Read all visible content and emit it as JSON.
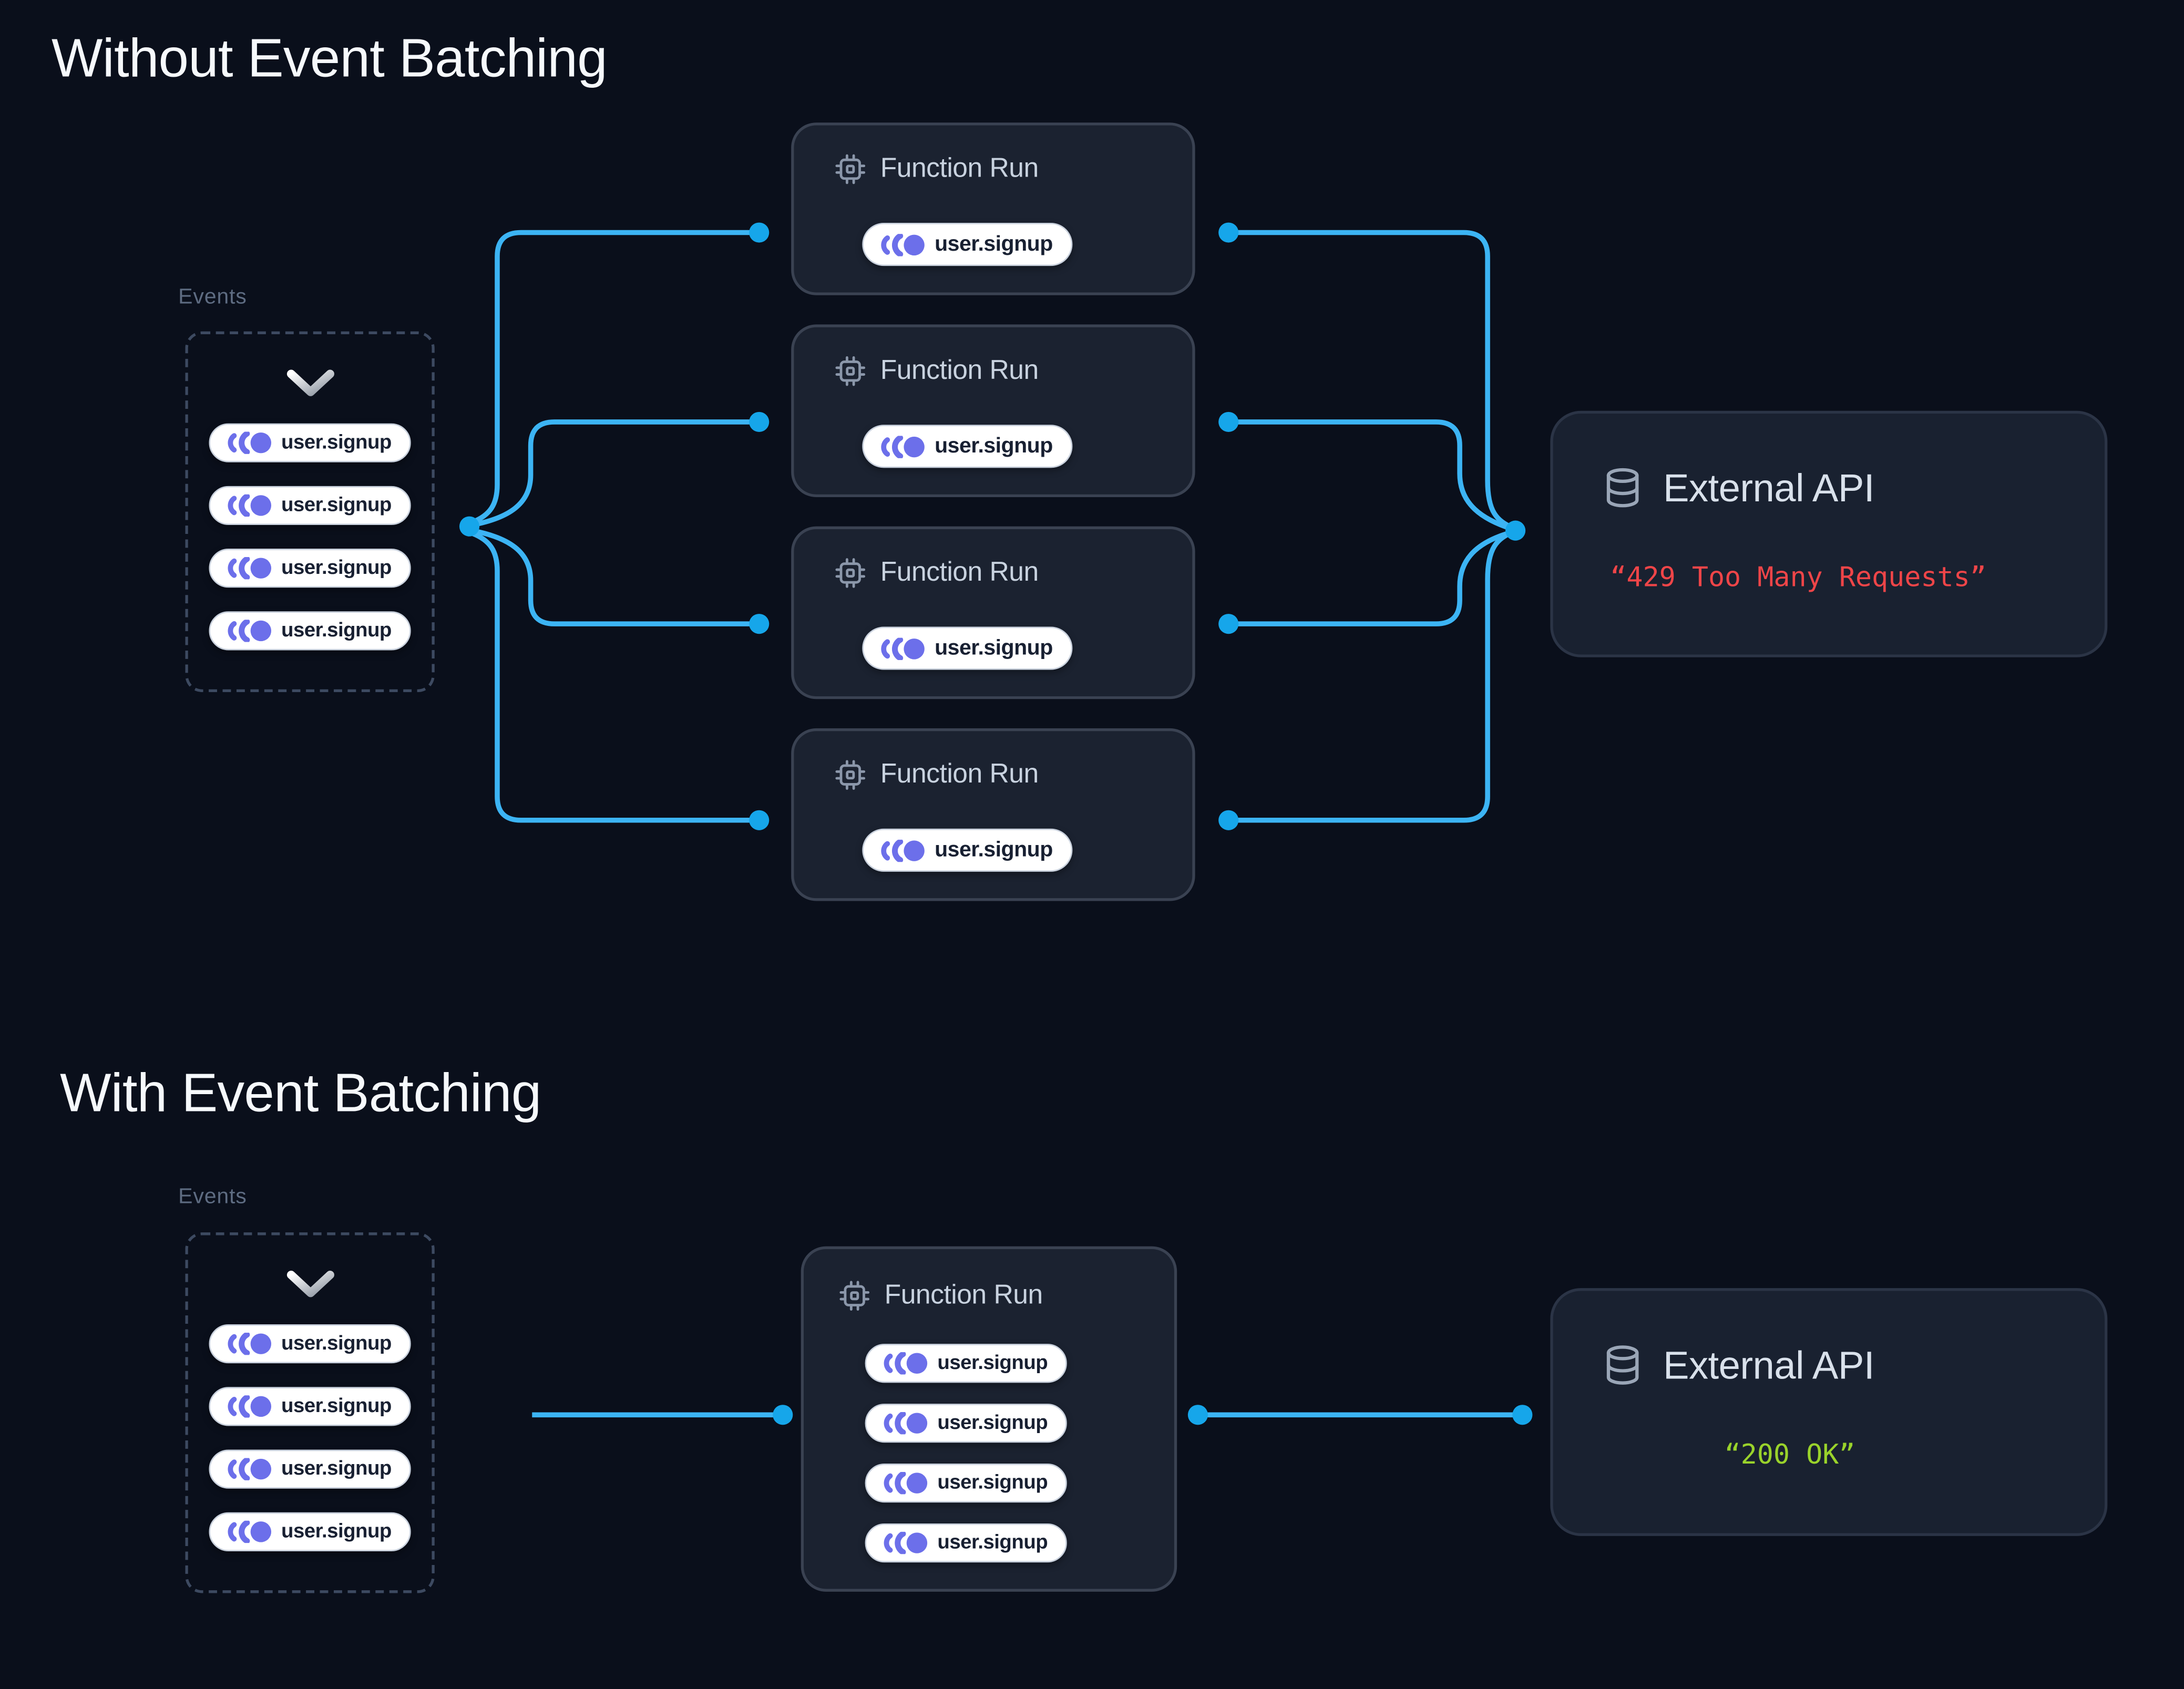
{
  "section1": {
    "title": "Without Event Batching",
    "events_label": "Events",
    "events": [
      "user.signup",
      "user.signup",
      "user.signup",
      "user.signup"
    ],
    "function_runs": [
      {
        "title": "Function Run",
        "event": "user.signup"
      },
      {
        "title": "Function Run",
        "event": "user.signup"
      },
      {
        "title": "Function Run",
        "event": "user.signup"
      },
      {
        "title": "Function Run",
        "event": "user.signup"
      }
    ],
    "external_api": {
      "title": "External API",
      "response": "“429 Too Many Requests”"
    }
  },
  "section2": {
    "title": "With Event Batching",
    "events_label": "Events",
    "events": [
      "user.signup",
      "user.signup",
      "user.signup",
      "user.signup"
    ],
    "function_run": {
      "title": "Function Run",
      "events": [
        "user.signup",
        "user.signup",
        "user.signup",
        "user.signup"
      ]
    },
    "external_api": {
      "title": "External API",
      "response": "“200 OK”"
    }
  },
  "icons": {
    "event_pill": "pulse-circles-icon",
    "function_run": "cpu-icon",
    "external_api": "database-icon",
    "events_box": "chevron-down-icon"
  },
  "colors": {
    "background": "#0a0f1b",
    "card_background": "#1b2230",
    "api_background": "#192130",
    "card_border": "#3a4252",
    "api_border": "#2b3446",
    "connector": "#3cb4f4",
    "connector_dot": "#16a6ea",
    "event_icon": "#6c6fea",
    "pill_text": "#182032",
    "pill_border": "#c9d1dd",
    "error_text": "#ef4548",
    "success_text": "#9ad32b",
    "title_text": "#f6f9fc",
    "muted_label": "#5e6c82",
    "fn_title_text": "#c8d2df",
    "api_title_text": "#d9e1eb",
    "cpu_icon": "#8b97aa",
    "db_icon": "#9aa6b7"
  }
}
